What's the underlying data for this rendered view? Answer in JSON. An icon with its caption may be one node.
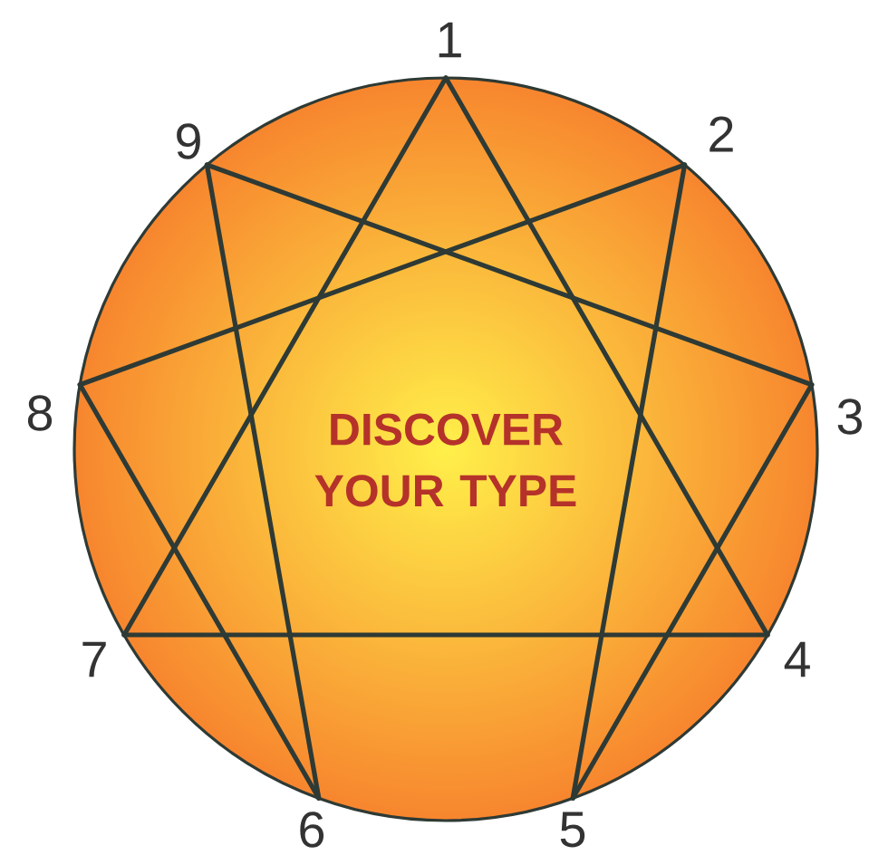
{
  "diagram": {
    "nodes": [
      {
        "text": [
          "1"
        ]
      },
      {
        "text": [
          "9"
        ]
      },
      {
        "text": [
          "2"
        ]
      },
      {
        "text": [
          "8"
        ]
      },
      {
        "text": [
          "3"
        ]
      },
      {
        "text": [
          "7"
        ]
      },
      {
        "text": [
          "4"
        ]
      },
      {
        "text": [
          "6"
        ]
      },
      {
        "text": [
          "5"
        ]
      }
    ],
    "edges": [
      {
        "from": 0,
        "to": 5,
        "arrow": "none"
      },
      {
        "from": 0,
        "to": 6,
        "arrow": "none"
      },
      {
        "from": 5,
        "to": 6,
        "arrow": "none"
      },
      {
        "from": 1,
        "to": 7,
        "arrow": "none"
      },
      {
        "from": 1,
        "to": 4,
        "arrow": "none"
      },
      {
        "from": 2,
        "to": 3,
        "arrow": "none"
      },
      {
        "from": 2,
        "to": 8,
        "arrow": "none"
      },
      {
        "from": 3,
        "to": 7,
        "arrow": "none"
      },
      {
        "from": 4,
        "to": 8,
        "arrow": "none"
      }
    ],
    "labels": [
      "DISCOVER YOUR TYPE"
    ]
  }
}
